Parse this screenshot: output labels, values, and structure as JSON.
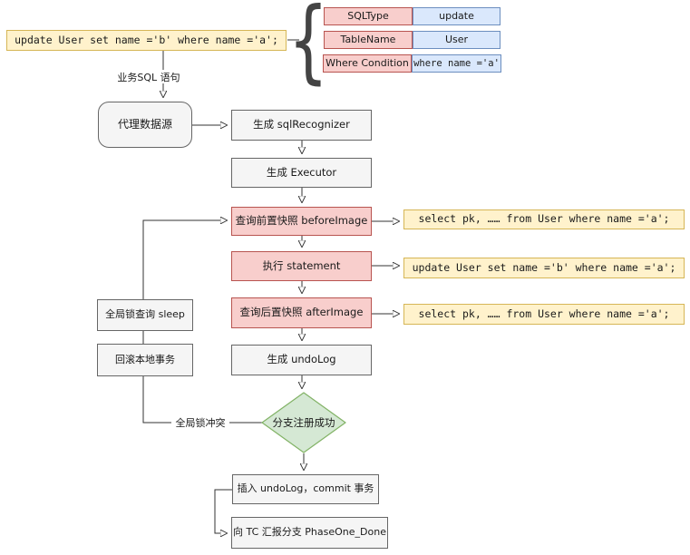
{
  "sql_input": {
    "text": "update User set name ='b' where name ='a';",
    "arrow_label": "业务SQL 语句"
  },
  "parse_table": {
    "rows": [
      {
        "key": "SQLType",
        "value": "update"
      },
      {
        "key": "TableName",
        "value": "User"
      },
      {
        "key": "Where Condition",
        "value": "where name ='a'"
      }
    ]
  },
  "flow": {
    "proxy_datasource": "代理数据源",
    "gen_sql_recognizer": "生成 sqlRecognizer",
    "gen_executor": "生成 Executor",
    "query_before_image": "查询前置快照 beforeImage",
    "execute_statement": "执行 statement",
    "query_after_image": "查询后置快照 afterImage",
    "gen_undo_log": "生成 undoLog",
    "branch_register_success": "分支注册成功",
    "insert_undolog_commit": "插入 undoLog，commit 事务",
    "report_to_tc": "向 TC 汇报分支 PhaseOne_Done",
    "global_lock_query_sleep": "全局锁查询 sleep",
    "rollback_local_tx": "回滚本地事务",
    "global_lock_conflict_label": "全局锁冲突"
  },
  "sql_outputs": {
    "before_image_sql": "select pk, …… from User where name ='a';",
    "execute_sql": "update User set name ='b' where name ='a';",
    "after_image_sql": "select pk, …… from User where name ='a';"
  },
  "icons": {
    "brace_left": "{"
  },
  "colors": {
    "yellow_fill": "#FFF2CC",
    "yellow_border": "#D6B656",
    "pink_fill": "#F8CECC",
    "pink_border": "#B85450",
    "blue_fill": "#DAE8FC",
    "blue_border": "#6C8EBF",
    "green_fill": "#D5E8D4",
    "green_border": "#82B366",
    "gray_fill": "#F5F5F5",
    "gray_border": "#666666",
    "line": "#333333"
  }
}
